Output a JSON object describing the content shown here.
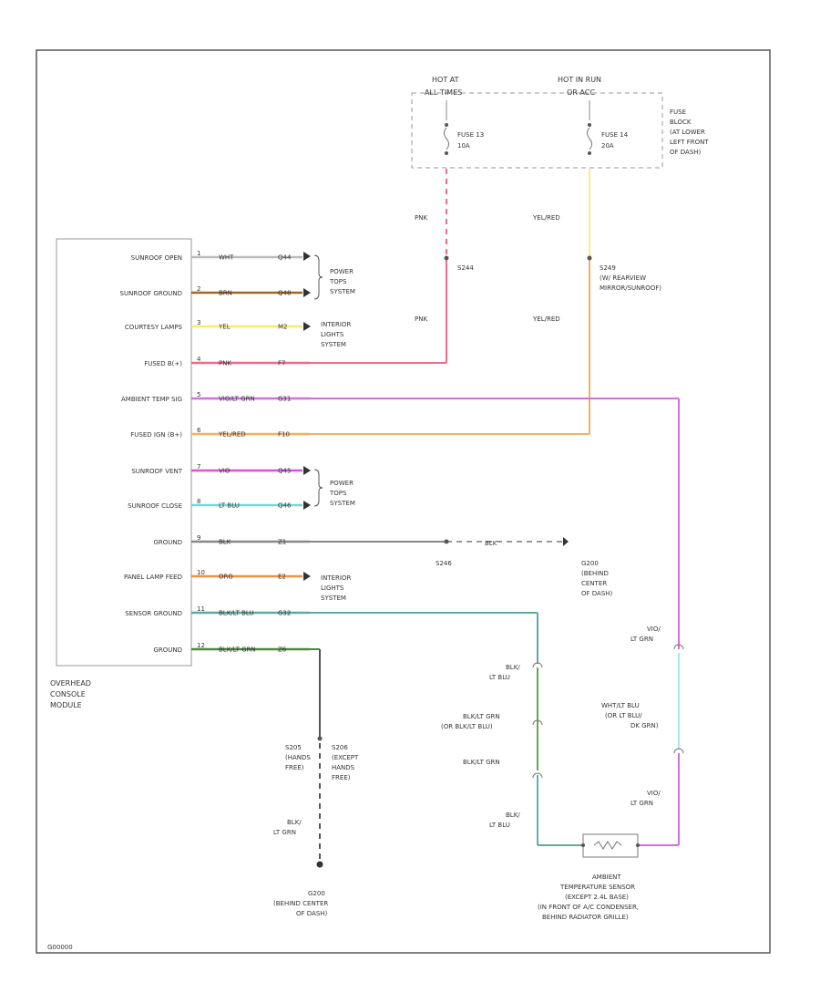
{
  "module": {
    "name_lines": [
      "OVERHEAD",
      "CONSOLE",
      "MODULE"
    ],
    "pins": [
      {
        "label": "SUNROOF OPEN",
        "pin": "1"
      },
      {
        "label": "SUNROOF GROUND",
        "pin": "2"
      },
      {
        "label": "COURTESY LAMPS",
        "pin": "3"
      },
      {
        "label": "FUSED B(+)",
        "pin": "4"
      },
      {
        "label": "AMBIENT TEMP SIG",
        "pin": "5"
      },
      {
        "label": "FUSED IGN (B+)",
        "pin": "6"
      },
      {
        "label": "SUNROOF VENT",
        "pin": "7"
      },
      {
        "label": "SUNROOF CLOSE",
        "pin": "8"
      },
      {
        "label": "GROUND",
        "pin": "9"
      },
      {
        "label": "PANEL LAMP FEED",
        "pin": "10"
      },
      {
        "label": "SENSOR GROUND",
        "pin": "11"
      },
      {
        "label": "GROUND",
        "pin": "12"
      }
    ]
  },
  "wires": [
    {
      "color_label": "WHT",
      "circuit": "Q44",
      "hex": "#bbbbbb"
    },
    {
      "color_label": "BRN",
      "circuit": "Q48",
      "hex": "#9a6a2a"
    },
    {
      "color_label": "YEL",
      "circuit": "M2",
      "hex": "#f2f060"
    },
    {
      "color_label": "PNK",
      "circuit": "F7",
      "hex": "#f06a8a"
    },
    {
      "color_label": "VIO/LT GRN",
      "circuit": "G31",
      "hex": "#d070e0"
    },
    {
      "color_label": "YEL/RED",
      "circuit": "F10",
      "hex": "#f5b060"
    },
    {
      "color_label": "VIO",
      "circuit": "Q45",
      "hex": "#e050e0"
    },
    {
      "color_label": "LT BLU",
      "circuit": "Q46",
      "hex": "#70d8e0"
    },
    {
      "color_label": "BLK",
      "circuit": "Z1",
      "hex": "#888888"
    },
    {
      "color_label": "ORG",
      "circuit": "E2",
      "hex": "#f29040"
    },
    {
      "color_label": "BLK/LT BLU",
      "circuit": "G32",
      "hex": "#60a8a0"
    },
    {
      "color_label": "BLK/LT GRN",
      "circuit": "Z6",
      "hex": "#4a8a3a"
    }
  ],
  "systems": {
    "power_tops_1": [
      "POWER",
      "TOPS",
      "SYSTEM"
    ],
    "interior_lights_1": [
      "INTERIOR",
      "LIGHTS",
      "SYSTEM"
    ],
    "power_tops_2": [
      "POWER",
      "TOPS",
      "SYSTEM"
    ],
    "interior_lights_2": [
      "INTERIOR",
      "LIGHTS",
      "SYSTEM"
    ]
  },
  "fuse_block": {
    "hot_at_all_times": [
      "HOT AT",
      "ALL TIMES"
    ],
    "hot_in_run": [
      "HOT IN RUN",
      "OR ACC"
    ],
    "fuse_13": [
      "FUSE 13",
      "10A"
    ],
    "fuse_14": [
      "FUSE 14",
      "20A"
    ],
    "location": [
      "FUSE",
      "BLOCK",
      "(AT LOWER",
      "LEFT FRONT",
      "OF DASH)"
    ]
  },
  "wire_labels": {
    "pnk_upper": "PNK",
    "pnk_lower": "PNK",
    "yelred_upper": "YEL/RED",
    "yelred_lower": "YEL/RED",
    "blk_ground": "BLK"
  },
  "splices": {
    "s244": "S244",
    "s249": [
      "S249",
      "(W/ REARVIEW",
      "MIRROR/SUNROOF)"
    ],
    "s246": "S246",
    "g200_right": [
      "G200",
      "(BEHIND",
      "CENTER",
      "OF DASH)"
    ],
    "s205": [
      "S205",
      "(HANDS",
      "FREE)"
    ],
    "s206": [
      "S206",
      "(EXCEPT",
      "HANDS",
      "FREE)"
    ],
    "g200_bottom": [
      "G200",
      "(BEHIND CENTER",
      "OF DASH)"
    ]
  },
  "lower_labels": {
    "blk_ltgrn": [
      "BLK/",
      "LT GRN"
    ],
    "blk_ltblu_1": [
      "BLK/",
      "LT BLU"
    ],
    "blk_ltgrn_alt": [
      "BLK/LT GRN",
      "(OR BLK/LT BLU)"
    ],
    "blk_ltgrn_2": "BLK/LT GRN",
    "blk_ltblu_2": [
      "BLK/",
      "LT BLU"
    ],
    "vio_ltgrn_1": [
      "VIO/",
      "LT GRN"
    ],
    "wht_ltblu": [
      "WHT/LT BLU",
      "(OR LT BLU/",
      "DK GRN)"
    ],
    "vio_ltgrn_2": [
      "VIO/",
      "LT GRN"
    ]
  },
  "sensor": {
    "name": [
      "AMBIENT",
      "TEMPERATURE SENSOR",
      "(EXCEPT 2.4L BASE)",
      "(IN FRONT OF A/C CONDENSER,",
      "BEHIND RADIATOR GRILLE)"
    ]
  },
  "footer_code": "G00000"
}
